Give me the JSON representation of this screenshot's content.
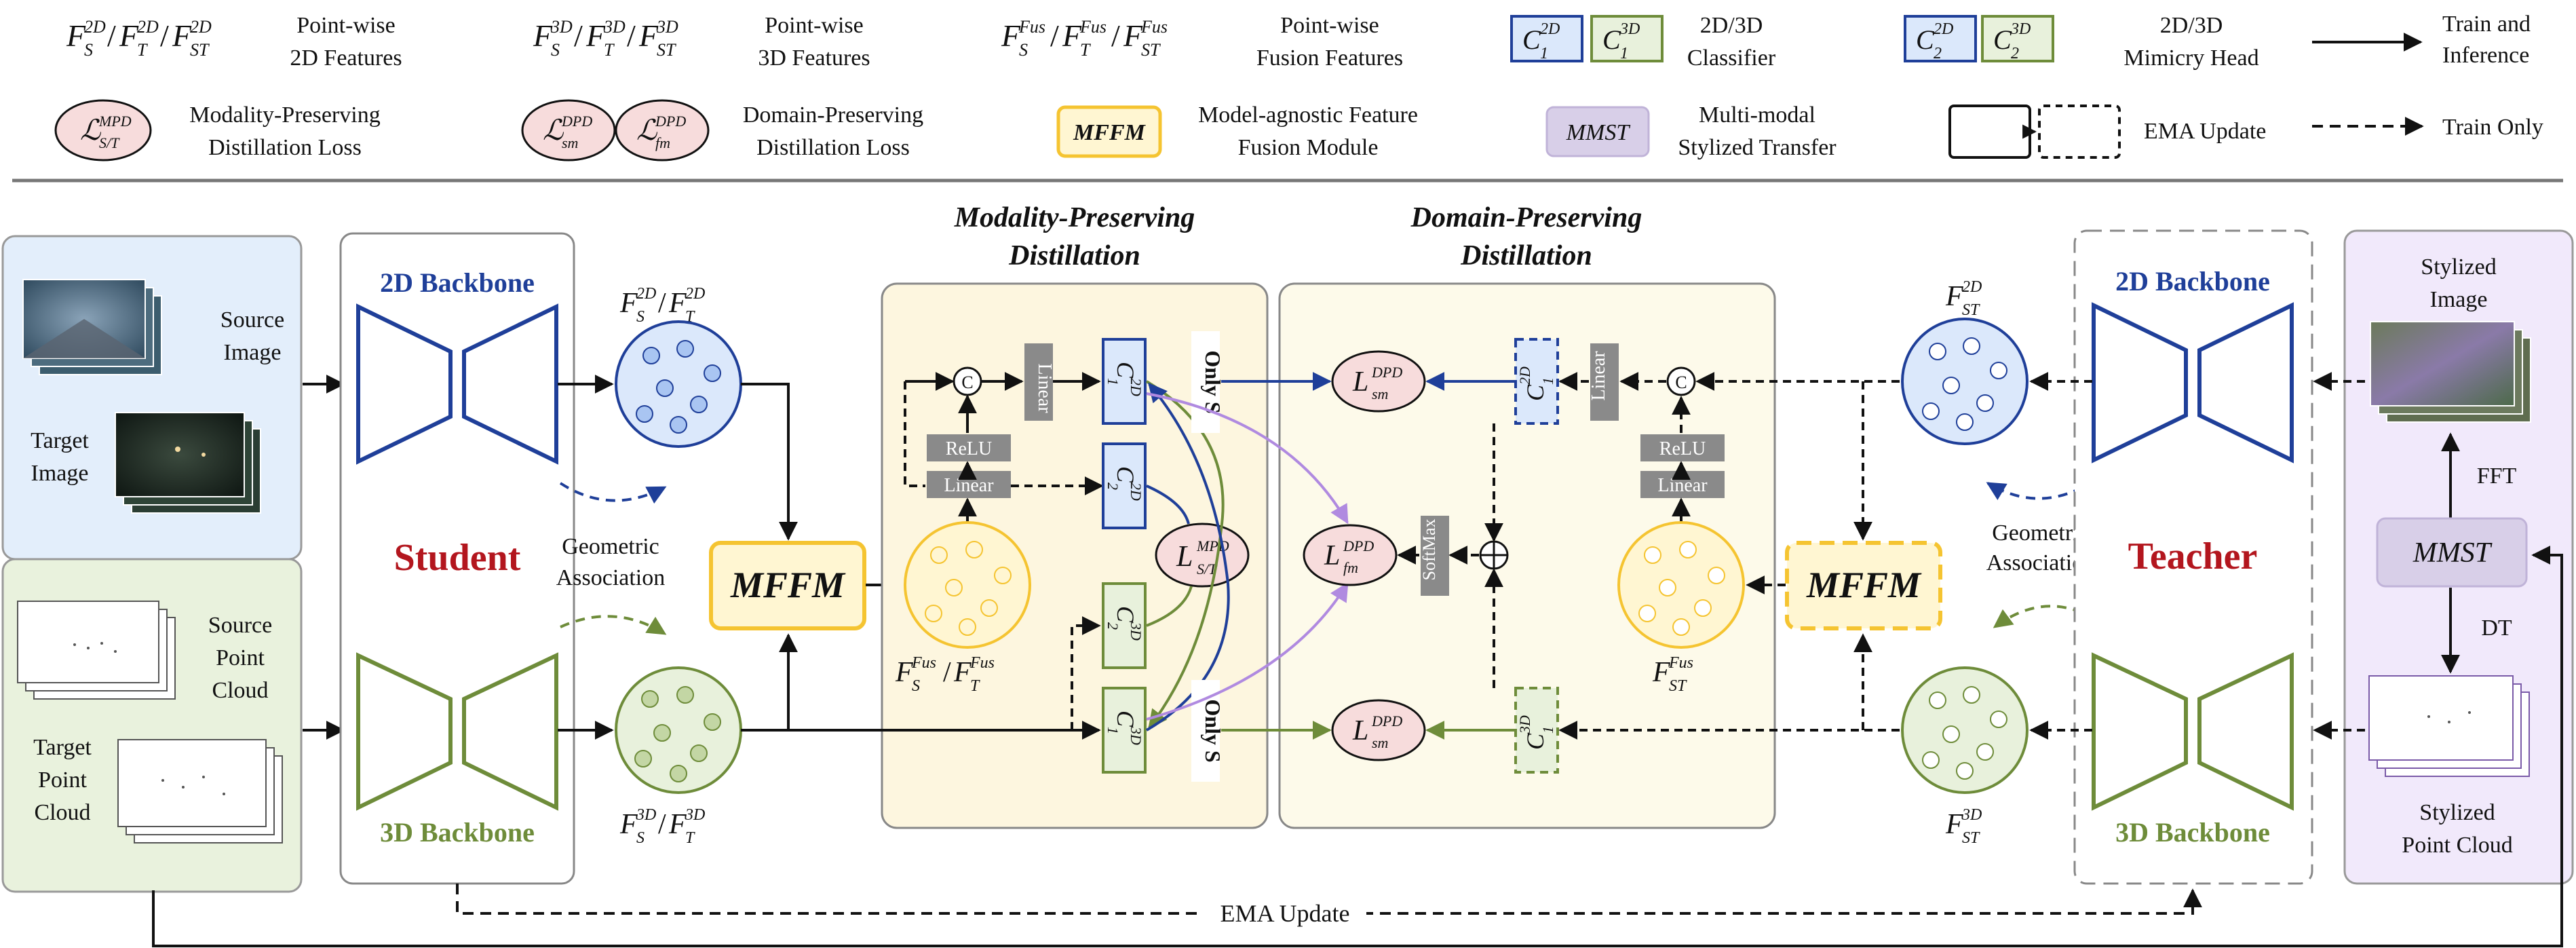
{
  "legend": {
    "f2d_sym": "F",
    "f2d_desc": [
      "Point-wise",
      "2D Features"
    ],
    "f3d_sym": "F",
    "f3d_desc": [
      "Point-wise",
      "3D Features"
    ],
    "ffus_sym": "F",
    "ffus_desc": [
      "Point-wise",
      "Fusion Features"
    ],
    "clf_desc": [
      "2D/3D",
      "Classifier"
    ],
    "mim_desc": [
      "2D/3D",
      "Mimicry Head"
    ],
    "train_inf_desc": [
      "Train and",
      "Inference"
    ],
    "mpd_desc": [
      "Modality-Preserving",
      "Distillation Loss"
    ],
    "dpd_desc": [
      "Domain-Preserving",
      "Distillation Loss"
    ],
    "mffm_label": "MFFM",
    "mffm_desc": [
      "Model-agnostic Feature",
      "Fusion Module"
    ],
    "mmst_label": "MMST",
    "mmst_desc": [
      "Multi-modal",
      "Stylized Transfer"
    ],
    "ema_desc": "EMA Update",
    "train_only_desc": "Train Only"
  },
  "inputs": {
    "source_image": [
      "Source",
      "Image"
    ],
    "target_image": [
      "Target",
      "Image"
    ],
    "source_pc": [
      "Source",
      "Point",
      "Cloud"
    ],
    "target_pc": [
      "Target",
      "Point",
      "Cloud"
    ]
  },
  "student": {
    "bb2d": "2D Backbone",
    "bb3d": "3D Backbone",
    "label": "Student",
    "geo": [
      "Geometric",
      "Association"
    ],
    "feat2d": "F",
    "feat3d": "F",
    "featfus": "F",
    "mffm": "MFFM"
  },
  "mpd": {
    "title": [
      "Modality-Preserving",
      "Distillation"
    ],
    "relu": "ReLU",
    "linear": "Linear",
    "linear_v": "Linear",
    "only_s": "Only S",
    "concat": "C",
    "loss": "L"
  },
  "dpd": {
    "title": [
      "Domain-Preserving",
      "Distillation"
    ],
    "softmax": "SoftMax",
    "linear_v": "Linear",
    "loss": "L"
  },
  "teacher": {
    "bb2d": "2D Backbone",
    "bb3d": "3D Backbone",
    "label": "Teacher",
    "geo": [
      "Geometric",
      "Association"
    ],
    "relu": "ReLU",
    "linear": "Linear",
    "mffm": "MFFM"
  },
  "stylized": {
    "image": [
      "Stylized",
      "Image"
    ],
    "pc": [
      "Stylized",
      "Point Cloud"
    ],
    "fft": "FFT",
    "dt": "DT",
    "mmst": "MMST"
  },
  "ema_bottom": "EMA Update",
  "colors": {
    "blue": "#1f3f99",
    "green": "#6e8c3a",
    "red": "#b3161e",
    "yellow": "#f5c431",
    "purple": "#a07fd0"
  }
}
